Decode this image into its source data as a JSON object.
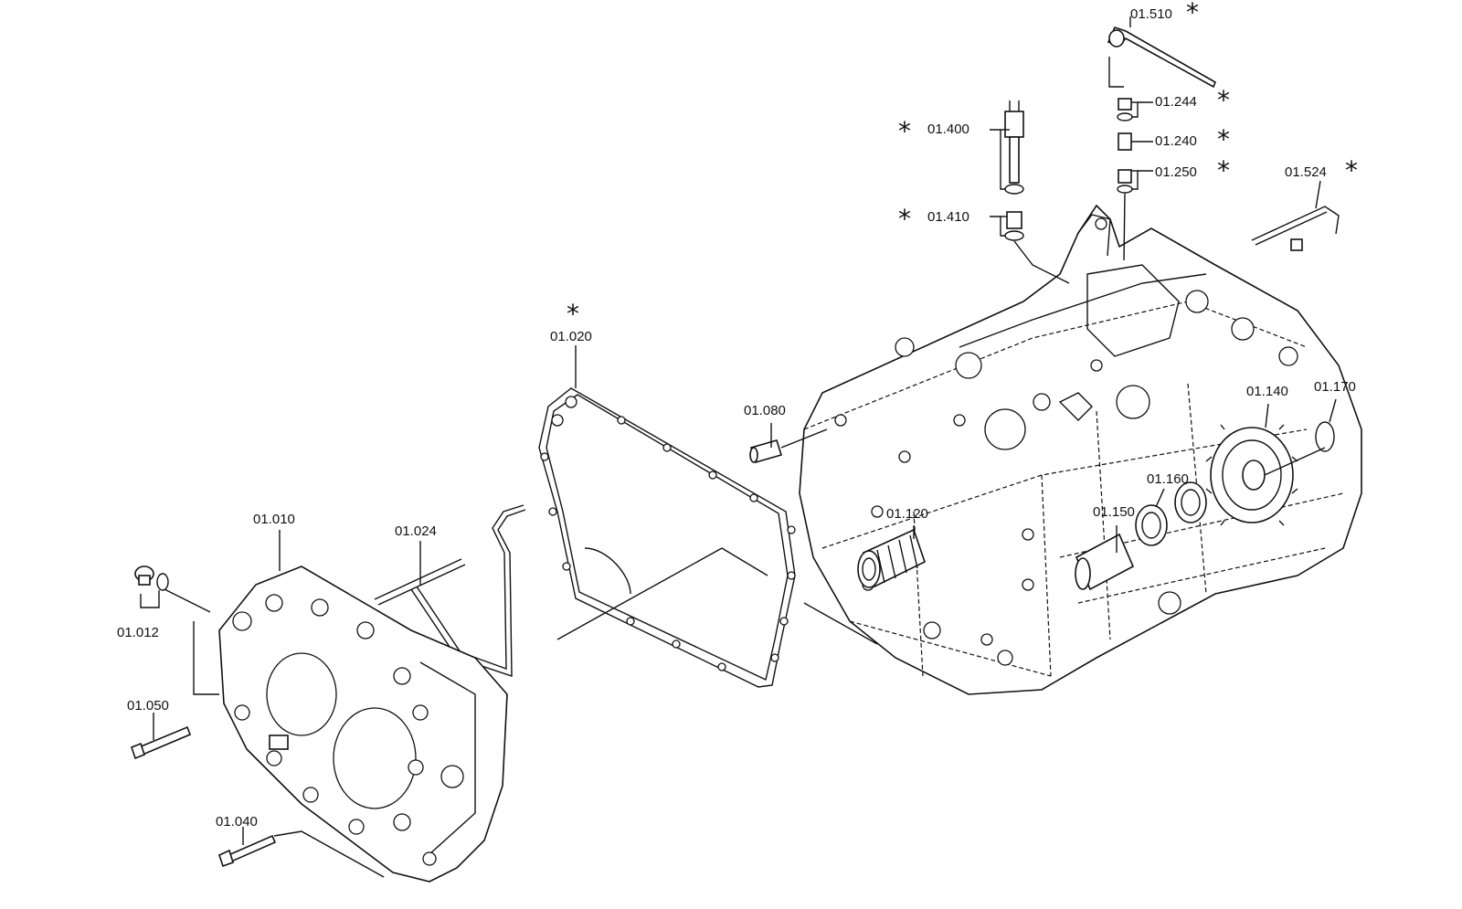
{
  "diagram": {
    "labels": [
      {
        "id": "p01510",
        "text": "01.510",
        "star": true
      },
      {
        "id": "p01244",
        "text": "01.244",
        "star": true
      },
      {
        "id": "p01240",
        "text": "01.240",
        "star": true
      },
      {
        "id": "p01250",
        "text": "01.250",
        "star": true
      },
      {
        "id": "p01524",
        "text": "01.524",
        "star": true
      },
      {
        "id": "p01400",
        "text": "01.400",
        "star": true
      },
      {
        "id": "p01410",
        "text": "01.410",
        "star": true
      },
      {
        "id": "p01020",
        "text": "01.020",
        "star": true
      },
      {
        "id": "p01080",
        "text": "01.080",
        "star": false
      },
      {
        "id": "p01140",
        "text": "01.140",
        "star": false
      },
      {
        "id": "p01170",
        "text": "01.170",
        "star": false
      },
      {
        "id": "p01160",
        "text": "01.160",
        "star": false
      },
      {
        "id": "p01120",
        "text": "01.120",
        "star": false
      },
      {
        "id": "p01150",
        "text": "01.150",
        "star": false
      },
      {
        "id": "p01010",
        "text": "01.010",
        "star": false
      },
      {
        "id": "p01024",
        "text": "01.024",
        "star": false
      },
      {
        "id": "p01012",
        "text": "01.012",
        "star": false
      },
      {
        "id": "p01050",
        "text": "01.050",
        "star": false
      },
      {
        "id": "p01040",
        "text": "01.040",
        "star": false
      }
    ],
    "star_glyph": "*"
  }
}
